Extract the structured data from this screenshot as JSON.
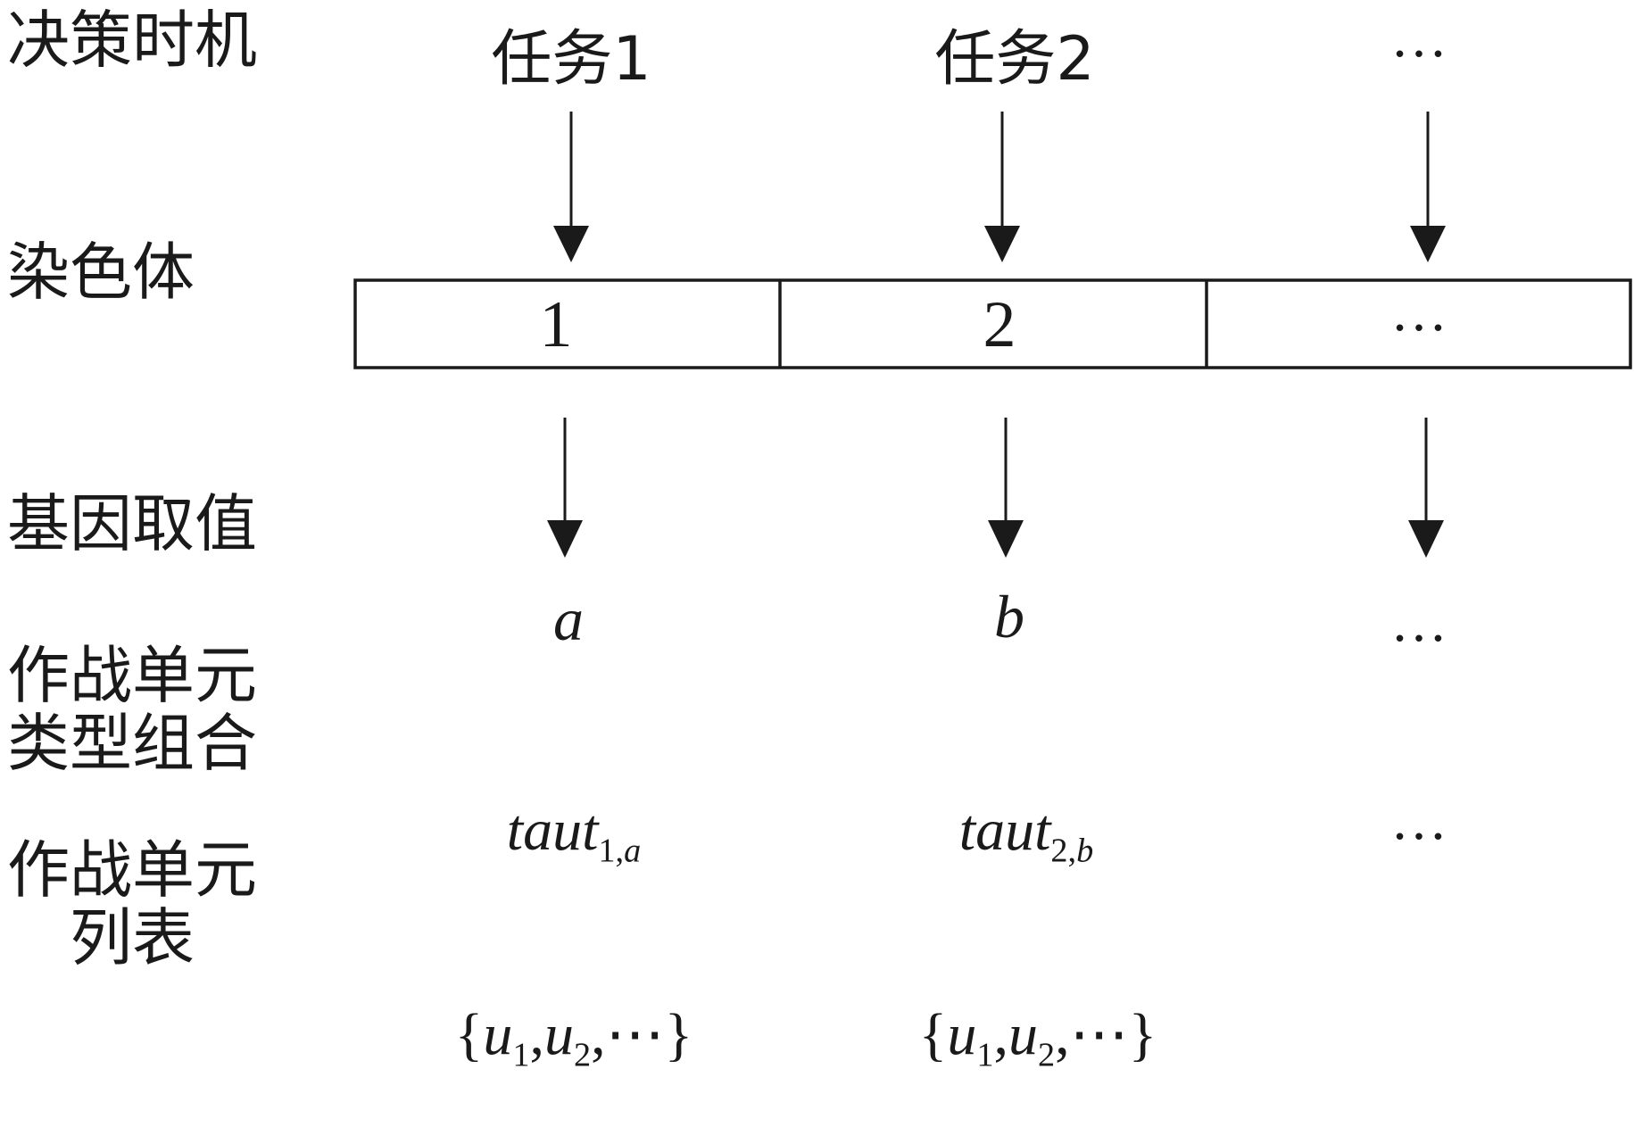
{
  "row_labels": {
    "decision": "决策时机",
    "chromosome": "染色体",
    "gene_value": "基因取值",
    "type_combo_line1": "作战单元",
    "type_combo_line2": "类型组合",
    "unit_list_line1": "作战单元",
    "unit_list_line2": "列表"
  },
  "tasks": [
    "任务1",
    "任务2",
    "…"
  ],
  "chromosome_cells": [
    "1",
    "2",
    "…"
  ],
  "gene_values": [
    "a",
    "b",
    "…"
  ],
  "type_combos": [
    {
      "base": "taut",
      "sub_num": "1,",
      "sub_var": "a"
    },
    {
      "base": "taut",
      "sub_num": "2,",
      "sub_var": "b"
    },
    {
      "text": "…"
    }
  ],
  "unit_lists": [
    {
      "open": "{",
      "u1": "u",
      "s1": "1",
      "sep1": ",",
      "u2": "u",
      "s2": "2",
      "tail": ",⋯",
      "close": "}"
    },
    {
      "open": "{",
      "u1": "u",
      "s1": "1",
      "sep1": ",",
      "u2": "u",
      "s2": "2",
      "tail": ",⋯",
      "close": "}"
    }
  ]
}
